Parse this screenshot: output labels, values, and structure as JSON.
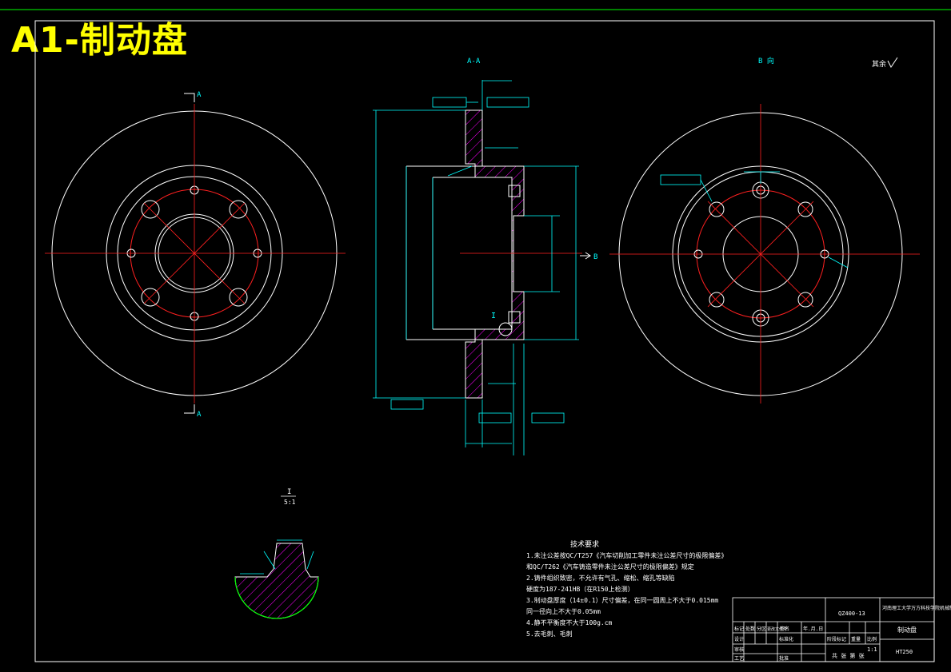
{
  "title": "A1-制动盘",
  "views": {
    "section_label": "A-A",
    "view_b_label": "B 向",
    "cut_top": "A",
    "cut_bottom": "A",
    "arrow_b": "B",
    "detail_label": "I",
    "detail_scale": "5:1",
    "detail_marker": "I"
  },
  "surface_note": "其余",
  "tech_requirements": {
    "heading": "技术要求",
    "lines": [
      "1.未注公差按QC/T257《汽车切削加工零件未注公差尺寸的极限偏差》",
      "和QC/T262《汽车铸造零件未注公差尺寸的极限偏差》规定",
      "2.铸件组织致密，不允许有气孔、缩松、缩孔等缺陷",
      "  硬度为187-241HB（在R150上检测）",
      "3.制动盘厚度（14±0.1）尺寸偏差，在同一圆周上不大于0.015mm",
      "  同一径向上不大于0.05mm",
      "4.静不平衡度不大于100g.cm",
      "5.去毛刺、毛刺"
    ]
  },
  "title_block": {
    "drawing_no": "QZ400-13",
    "school": "河南理工大学万方科技学院机械制造",
    "part_name": "制动盘",
    "scale_value": "1:1",
    "material": "HT250",
    "labels": {
      "mark": "标记",
      "count": "处数",
      "zone": "分区",
      "change_doc": "更改文件号",
      "signature": "签名",
      "date": "年.月.日",
      "design": "设计",
      "standardize": "标准化",
      "stage_mark": "阶段标记",
      "weight": "重量",
      "scale": "比例",
      "review": "审核",
      "process": "工艺",
      "approve": "批准",
      "sheet_info": "共 张 第 张"
    }
  },
  "colors": {
    "outline": "#ffffff",
    "centerline": "#ff2020",
    "dimension": "#00ffff",
    "hatch": "#ff00ff",
    "title_text": "#ffff00",
    "border_top": "#00ff00",
    "detail_arc": "#00ff00"
  }
}
